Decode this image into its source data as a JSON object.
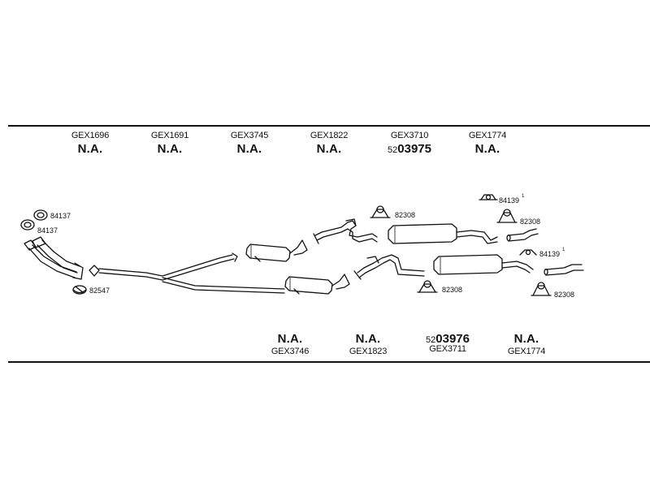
{
  "top_row": [
    {
      "code": "GEX1696",
      "status": "N.A."
    },
    {
      "code": "GEX1691",
      "status": "N.A."
    },
    {
      "code": "GEX3745",
      "status": "N.A."
    },
    {
      "code": "GEX1822",
      "status": "N.A."
    },
    {
      "code": "GEX3710",
      "part_prefix": "52",
      "part_number": "03975"
    },
    {
      "code": "GEX1774",
      "status": "N.A."
    }
  ],
  "bottom_row": [
    {
      "code": "GEX3746",
      "status": "N.A."
    },
    {
      "code": "GEX1823",
      "status": "N.A."
    },
    {
      "code": "GEX3711",
      "part_prefix": "52",
      "part_number": "03976"
    },
    {
      "code": "GEX1774",
      "status": "N.A."
    }
  ],
  "part_labels": {
    "ring_upper": "84137",
    "ring_lower": "84137",
    "clamp_front": "82547",
    "clamp_mid_upper": "82308",
    "clamp_mid_lower": "82308",
    "bracket_upper": "84139",
    "bracket_upper_sup": "1",
    "clamp_right_upper": "82308",
    "bracket_lower": "84139",
    "bracket_lower_sup": "1",
    "clamp_right_lower": "82308"
  }
}
